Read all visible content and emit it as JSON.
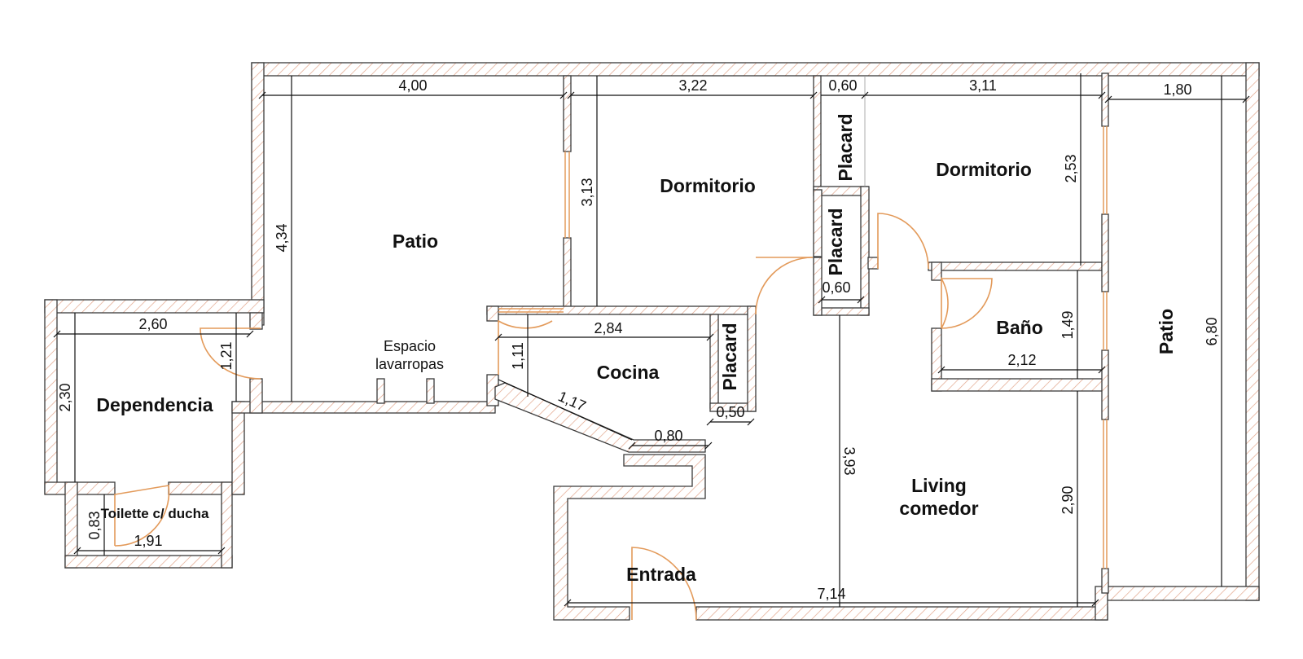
{
  "rooms": {
    "patio_left": "Patio",
    "dormitorio_1": "Dormitorio",
    "dormitorio_2": "Dormitorio",
    "placard_1": "Placard",
    "placard_2": "Placard",
    "placard_3": "Placard",
    "espacio_line1": "Espacio",
    "espacio_line2": "lavarropas",
    "cocina": "Cocina",
    "dependencia": "Dependencia",
    "toilette": "Toilette c/ ducha",
    "bano": "Baño",
    "patio_right": "Patio",
    "living_line1": "Living",
    "living_line2": "comedor",
    "entrada": "Entrada"
  },
  "dimensions": {
    "patio_width": "4,00",
    "patio_height": "4,34",
    "dorm1_width": "3,22",
    "dorm1_height": "3,13",
    "placard_top_width": "0,60",
    "dorm2_width": "3,11",
    "dorm2_height": "2,53",
    "patio_right_width": "1,80",
    "patio_right_height": "6,80",
    "dependencia_width": "2,60",
    "dependencia_height": "2,30",
    "passage_width": "1,21",
    "placard_mid_width": "0,60",
    "cocina_width": "2,84",
    "cocina_height": "1,11",
    "cocina_diag": "1,17",
    "cocina_step": "0,80",
    "placard_cocina_width": "0,50",
    "bano_width": "2,12",
    "bano_height": "1,49",
    "living_height": "3,93",
    "living_side": "2,90",
    "living_width": "7,14",
    "toilette_width": "1,91",
    "toilette_height": "0,83"
  }
}
